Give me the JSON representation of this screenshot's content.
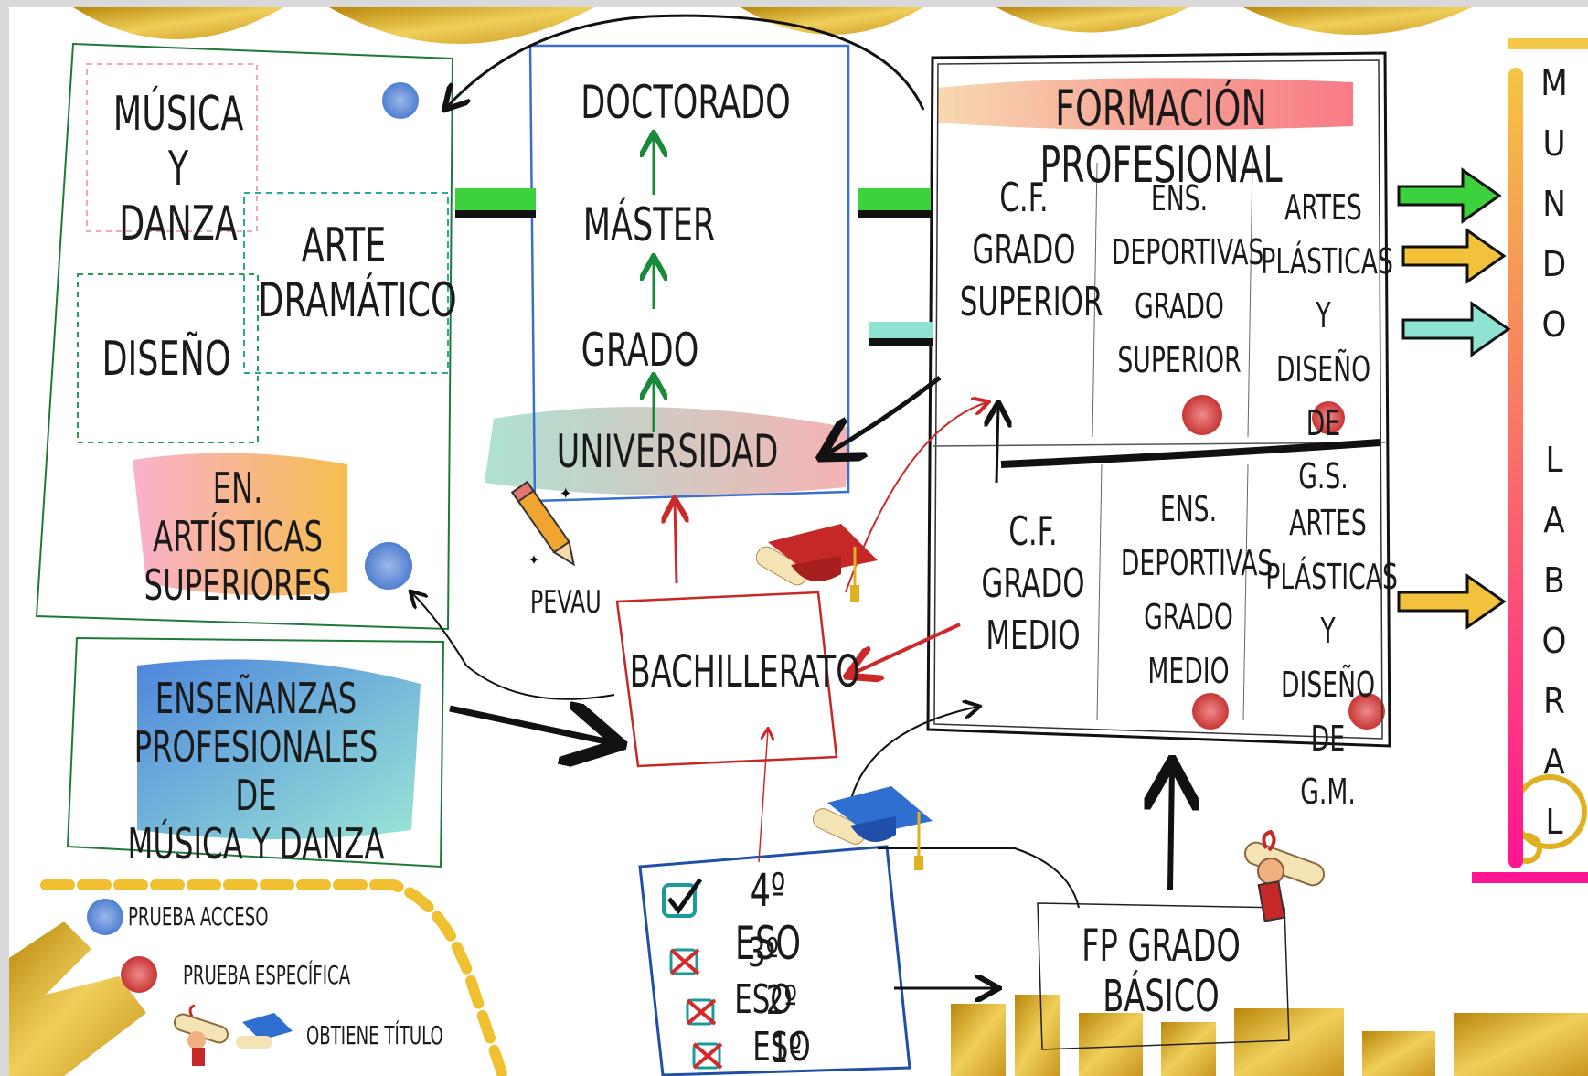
{
  "artisticas": {
    "musica": "MÚSICA Y\nDANZA",
    "arte": "ARTE\nDRAMÁTICO",
    "diseno": "DISEÑO",
    "title": "EN. ARTÍSTICAS\nSUPERIORES"
  },
  "profesionales_musica": "ENSEÑANZAS\nPROFESIONALES DE\nMÚSICA Y DANZA",
  "universidad": {
    "doctorado": "DOCTORADO",
    "master": "MÁSTER",
    "grado": "GRADO",
    "title": "UNIVERSIDAD"
  },
  "pevau": "PEVAU",
  "bachillerato": "BACHILLERATO",
  "fp": {
    "title": "FORMACIÓN PROFESIONAL",
    "superior": [
      "C.F.\nGRADO\nSUPERIOR",
      "ENS.\nDEPORTIVAS\nGRADO\nSUPERIOR",
      "ARTES\nPLÁSTICAS Y\nDISEÑO DE\nG.S."
    ],
    "medio": [
      "C.F.\nGRADO\nMEDIO",
      "ENS.\nDEPORTIVAS\nGRADO\nMEDIO",
      "ARTES\nPLÁSTICAS Y\nDISEÑO DE\nG.M."
    ]
  },
  "mundo_laboral": {
    "word1": [
      "M",
      "U",
      "N",
      "D",
      "O"
    ],
    "word2": [
      "L",
      "A",
      "B",
      "O",
      "R",
      "A",
      "L"
    ]
  },
  "eso": [
    "4º ESO",
    "3º ESO",
    "2º ESO",
    "1º ESO"
  ],
  "fp_basico": "FP GRADO\nBÁSICO",
  "legend": {
    "acceso": "PRUEBA ACCESO",
    "especifica": "PRUEBA ESPECÍFICA",
    "titulo": "OBTIENE TÍTULO"
  },
  "colors": {
    "green": "#3ed13e",
    "yellow": "#f2c23c",
    "mint": "#8fe3d2",
    "gold": "#d9a520",
    "blue_dot": "#6f93d6",
    "red_dot": "#d9534f",
    "magenta": "#ff1493"
  },
  "icons": [
    "pencil-icon",
    "graduation-cap-icon",
    "diploma-icon",
    "checkbox-checked-icon",
    "checkbox-crossed-icon"
  ]
}
